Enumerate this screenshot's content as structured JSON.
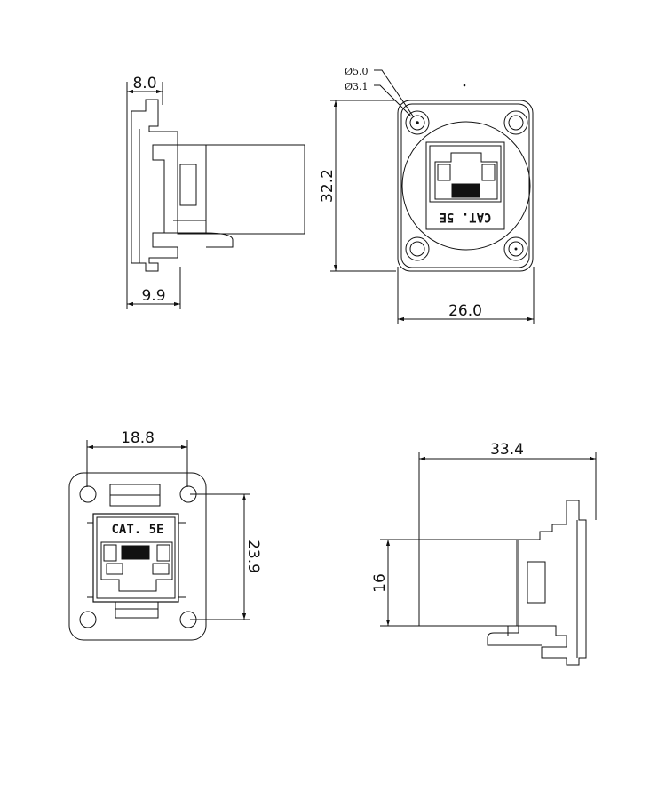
{
  "dimensions": {
    "side_depth": "8.0",
    "side_flange": "9.9",
    "front_height": "32.2",
    "front_width": "26.0",
    "hole_outer": "Ø5.0",
    "hole_inner": "Ø3.1",
    "rear_width": "18.8",
    "rear_height": "23.9",
    "bottom_length": "33.4",
    "bottom_height": "16"
  },
  "labels": {
    "front_cat": "CAT. 5E",
    "rear_cat": "CAT. 5E"
  }
}
